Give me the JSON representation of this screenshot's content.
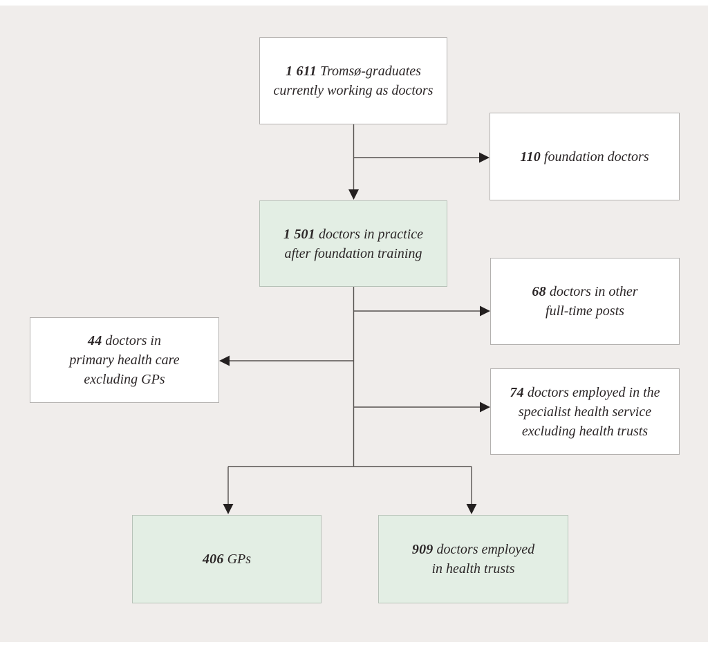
{
  "figure": {
    "kind": "flowchart",
    "description_visible_text_only": true
  },
  "colors": {
    "background": "#f0edeb",
    "page_margin": "#ffffff",
    "box_white": "#ffffff",
    "box_green": "#e3eee4",
    "box_border_gray": "#b3b1af",
    "box_border_green": "#b7c2b8",
    "line": "#56524f",
    "arrowhead": "#242020",
    "text": "#2b2627"
  },
  "diagram": {
    "boxes": [
      {
        "id": "graduates",
        "number": "1 611",
        "lines": [
          "Tromsø-graduates",
          "currently working as doctors"
        ],
        "variant": "white"
      },
      {
        "id": "foundation-doctors",
        "number": "110",
        "lines": [
          "foundation doctors"
        ],
        "variant": "white"
      },
      {
        "id": "doctors-in-practice",
        "number": "1 501",
        "lines": [
          "doctors in practice",
          "after foundation training"
        ],
        "variant": "green"
      },
      {
        "id": "other-full-time-posts",
        "number": "68",
        "lines": [
          "doctors in other",
          "full-time posts"
        ],
        "variant": "white"
      },
      {
        "id": "primary-health-care",
        "number": "44",
        "lines": [
          "doctors in",
          "primary health care",
          "excluding GPs"
        ],
        "variant": "white"
      },
      {
        "id": "specialist-health-service",
        "number": "74",
        "lines": [
          "doctors employed in the",
          "specialist health service",
          "excluding health trusts"
        ],
        "variant": "white"
      },
      {
        "id": "gps",
        "number": "406",
        "lines": [
          "GPs"
        ],
        "variant": "green"
      },
      {
        "id": "health-trusts",
        "number": "909",
        "lines": [
          "doctors employed",
          "in health trusts"
        ],
        "variant": "green"
      }
    ],
    "connections": [
      {
        "from": "graduates",
        "to": "foundation-doctors",
        "direction": "right"
      },
      {
        "from": "graduates",
        "to": "doctors-in-practice",
        "direction": "down"
      },
      {
        "from": "doctors-in-practice",
        "to": "other-full-time-posts",
        "direction": "right"
      },
      {
        "from": "doctors-in-practice",
        "to": "primary-health-care",
        "direction": "left"
      },
      {
        "from": "doctors-in-practice",
        "to": "specialist-health-service",
        "direction": "right"
      },
      {
        "from": "doctors-in-practice",
        "to": "gps",
        "direction": "down"
      },
      {
        "from": "doctors-in-practice",
        "to": "health-trusts",
        "direction": "down"
      }
    ]
  }
}
